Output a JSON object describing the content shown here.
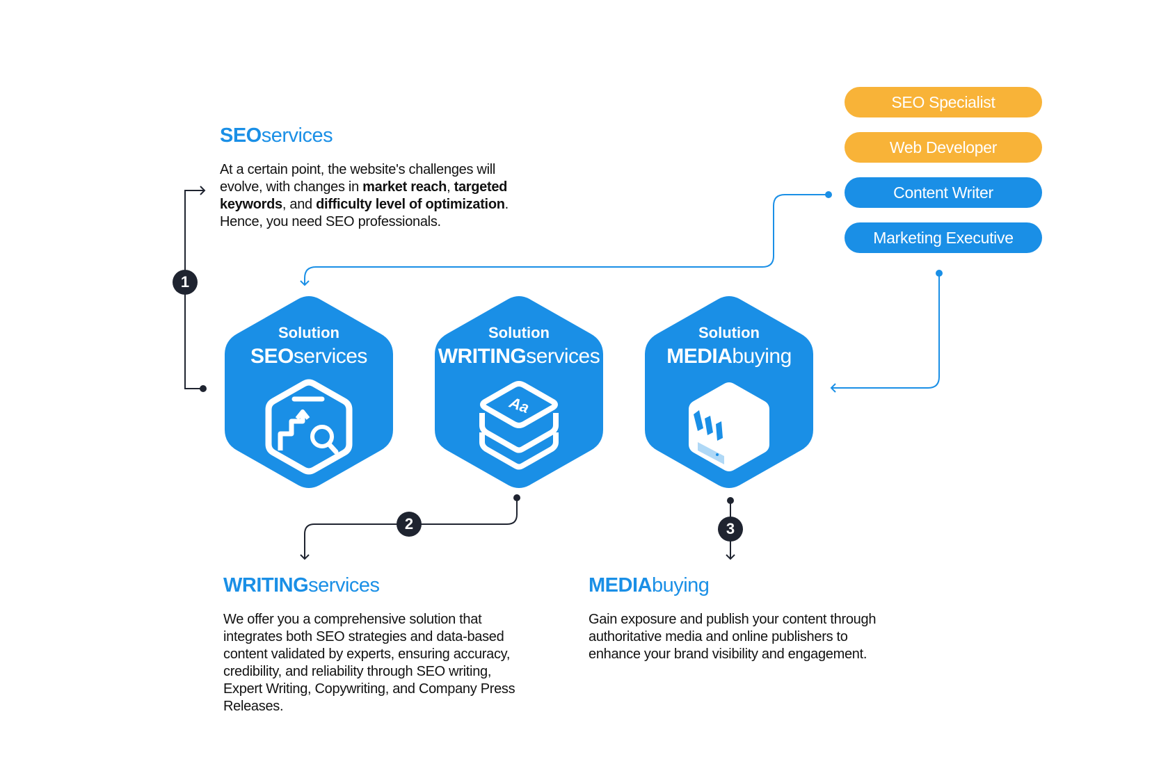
{
  "roles": [
    {
      "label": "SEO Specialist",
      "color": "#f8b338"
    },
    {
      "label": "Web Developer",
      "color": "#f8b338"
    },
    {
      "label": "Content Writer",
      "color": "#1a8fe6"
    },
    {
      "label": "Marketing Executive",
      "color": "#1a8fe6"
    }
  ],
  "sections": {
    "seo": {
      "heading_bold": "SEO",
      "heading_light": "services",
      "body_parts": [
        {
          "text": "At a certain point, the website's challenges will evolve, with changes in ",
          "bold": false
        },
        {
          "text": "market reach",
          "bold": true
        },
        {
          "text": ", ",
          "bold": false
        },
        {
          "text": "targeted keywords",
          "bold": true
        },
        {
          "text": ", and ",
          "bold": false
        },
        {
          "text": "difficulty level of optimization",
          "bold": true
        },
        {
          "text": ". Hence, you need SEO professionals.",
          "bold": false
        }
      ]
    },
    "writing": {
      "heading_bold": "WRITING",
      "heading_light": "services",
      "body": "We offer you a comprehensive solution that integrates both SEO strategies and data-based content validated by experts, ensuring accuracy, credibility, and reliability through SEO writing, Expert Writing, Copywriting, and Company Press Releases."
    },
    "media": {
      "heading_bold": "MEDIA",
      "heading_light": "buying",
      "body": "Gain exposure and publish your content through authoritative media and online publishers to enhance your brand visibility and engagement."
    }
  },
  "cards": {
    "seo": {
      "small": "Solution",
      "bold": "SEO",
      "light": "services",
      "icon": "seo-growth-search-icon"
    },
    "writing": {
      "small": "Solution",
      "bold": "WRITING",
      "light": "services",
      "icon": "typography-aa-icon"
    },
    "media": {
      "small": "Solution",
      "bold": "MEDIA",
      "light": "buying",
      "icon": "storefront-icon"
    }
  },
  "steps": [
    "1",
    "2",
    "3"
  ],
  "colors": {
    "brand_blue": "#1a8fe6",
    "accent_orange": "#f8b338",
    "dark": "#1f2430"
  }
}
